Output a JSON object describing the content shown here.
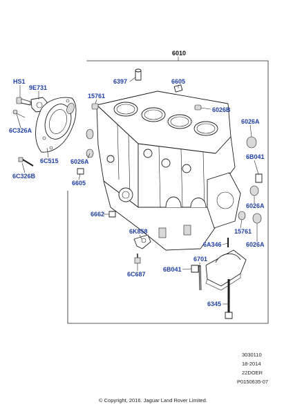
{
  "diagram": {
    "assembly_label": "6010",
    "labels": {
      "hs1": "HS1",
      "9e731": "9E731",
      "6c326a": "6C326A",
      "6c515": "6C515",
      "6c326b": "6C326B",
      "15761_top": "15761",
      "6397": "6397",
      "6605_top": "6605",
      "6026b": "6026B",
      "6026a_right_top": "6026A",
      "6b041_right": "6B041",
      "6026a_left": "6026A",
      "6605_left": "6605",
      "6026a_right_mid": "6026A",
      "6662": "6662",
      "6k858": "6K858",
      "15761_right": "15761",
      "6a346": "6A346",
      "6026a_right_low": "6026A",
      "6701": "6701",
      "6c687": "6C687",
      "6b041_low": "6B041",
      "6345": "6345"
    }
  },
  "footer": {
    "code_1": "3030110",
    "code_2": "18-2014",
    "code_3": "22DOER",
    "code_4": "P0150635-07",
    "copyright": "© Copyright, 2016. Jaguar Land Rover Limited."
  }
}
